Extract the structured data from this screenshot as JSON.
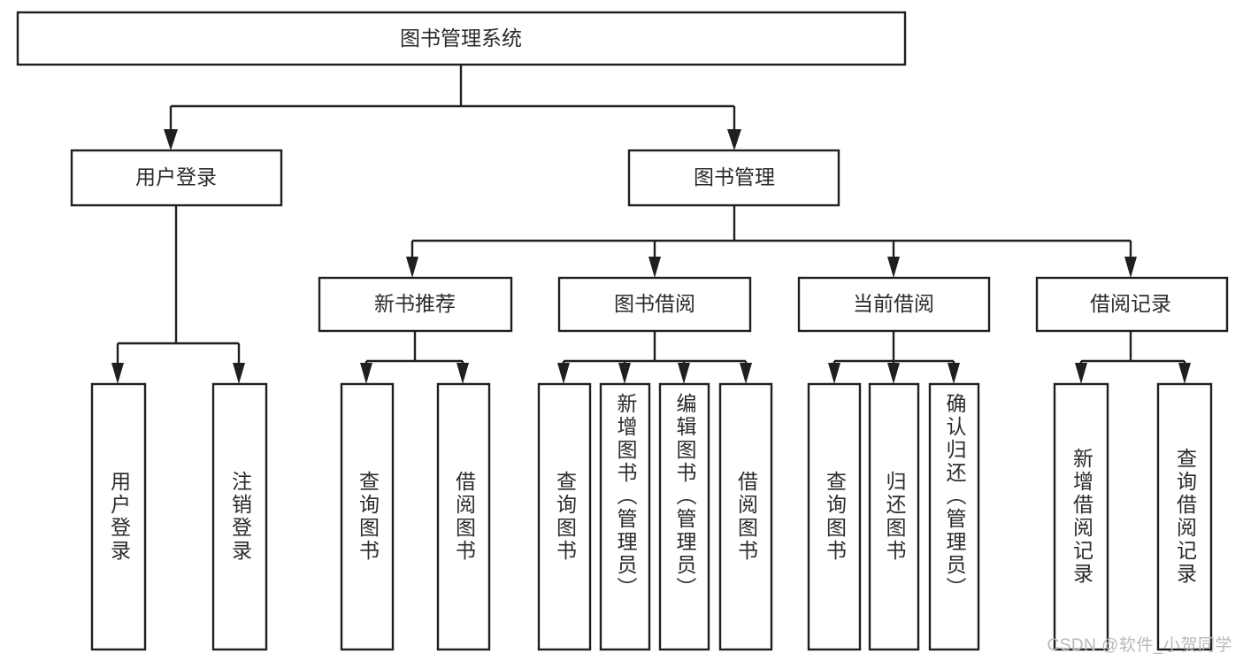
{
  "diagram": {
    "title": "图书管理系统",
    "type": "tree-hierarchy-diagram",
    "colors": {
      "stroke": "#1f1f1f",
      "fill": "#ffffff",
      "text": "#2b2b2b",
      "watermark": "#b9b9b9",
      "background": "#ffffff"
    },
    "root": {
      "label": "图书管理系统"
    },
    "level2": [
      {
        "label": "用户登录"
      },
      {
        "label": "图书管理"
      }
    ],
    "level3": [
      {
        "label": "新书推荐"
      },
      {
        "label": "图书借阅"
      },
      {
        "label": "当前借阅"
      },
      {
        "label": "借阅记录"
      }
    ],
    "leaves": {
      "user_login": [
        {
          "label": "用户登录"
        },
        {
          "label": "注销登录"
        }
      ],
      "new_book_recommend": [
        {
          "label": "查询图书"
        },
        {
          "label": "借阅图书"
        }
      ],
      "book_borrow": [
        {
          "label": "查询图书"
        },
        {
          "label": "新增图书（管理员）"
        },
        {
          "label": "编辑图书（管理员）"
        },
        {
          "label": "借阅图书"
        }
      ],
      "current_borrow": [
        {
          "label": "查询图书"
        },
        {
          "label": "归还图书"
        },
        {
          "label": "确认归还（管理员）"
        }
      ],
      "borrow_record": [
        {
          "label": "新增借阅记录"
        },
        {
          "label": "查询借阅记录"
        }
      ]
    },
    "watermark": "CSDN @软件_小贺同学"
  }
}
